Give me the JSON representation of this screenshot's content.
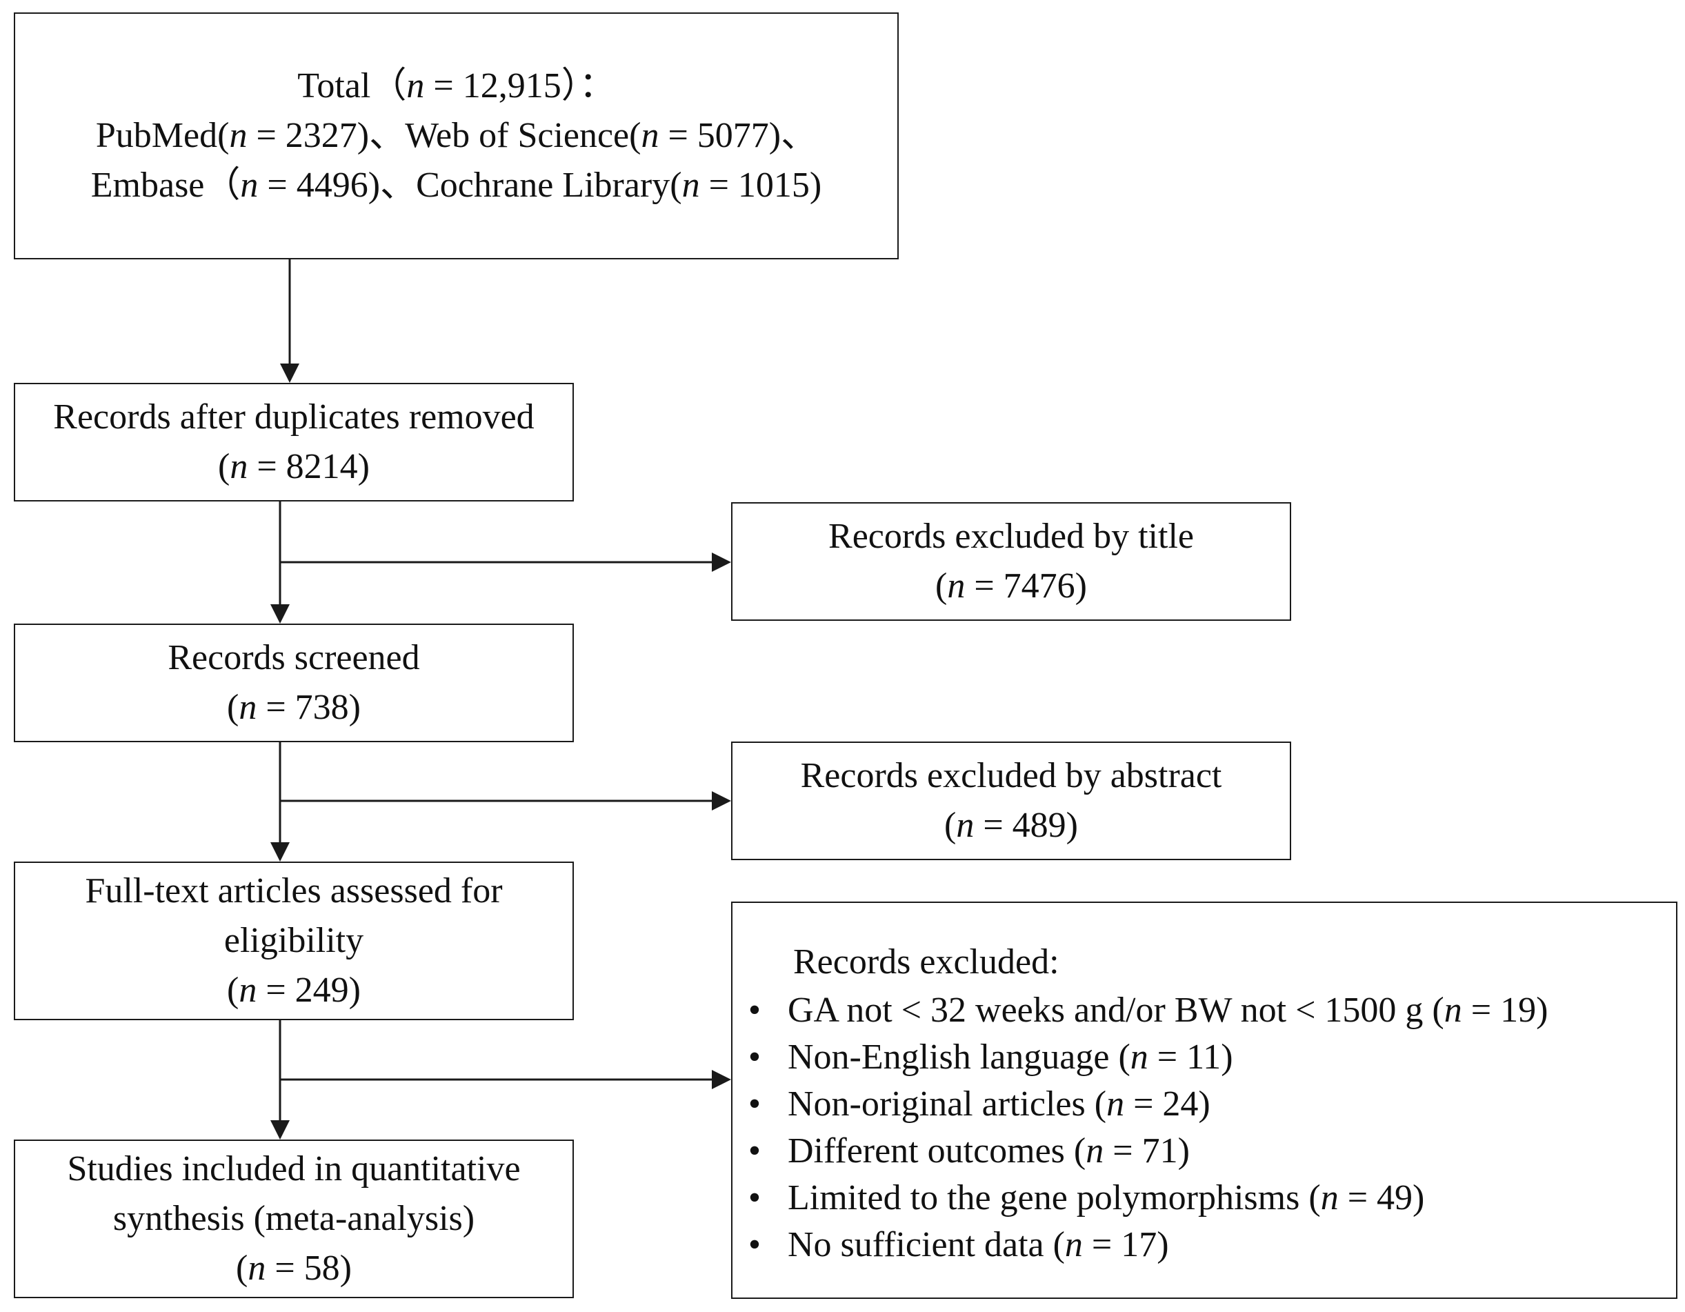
{
  "total": {
    "label": "Total",
    "n": "12,915",
    "sources_line1": [
      {
        "name": "PubMed",
        "n": "2327"
      },
      {
        "name": "Web of Science",
        "n": "5077"
      }
    ],
    "sources_line2": [
      {
        "name": "Embase",
        "n": "4496"
      },
      {
        "name": "Cochrane Library",
        "n": "1015"
      }
    ]
  },
  "dedup": {
    "label": "Records after duplicates removed",
    "n": "8214"
  },
  "excluded_title": {
    "label": "Records excluded by title",
    "n": "7476"
  },
  "screened": {
    "label": "Records screened",
    "n": "738"
  },
  "excluded_abstract": {
    "label": "Records excluded by abstract",
    "n": "489"
  },
  "fulltext": {
    "label_line1": "Full-text articles assessed for",
    "label_line2": "eligibility",
    "n": "249"
  },
  "excluded_fulltext": {
    "heading": "Records excluded:",
    "reasons": [
      {
        "text": "GA not  < 32 weeks and/or  BW  not < 1500 g",
        "n": "19"
      },
      {
        "text": "Non-English language",
        "n": "11"
      },
      {
        "text": "Non-original articles",
        "n": "24"
      },
      {
        "text": "Different outcomes ",
        "n": "71"
      },
      {
        "text": "Limited to the gene polymorphisms",
        "n": "49"
      },
      {
        "text": "No sufficient data",
        "n": "17"
      }
    ]
  },
  "included": {
    "label_line1": "Studies included in quantitative",
    "label_line2": "synthesis (meta-analysis)",
    "n": "58"
  },
  "symbols": {
    "n_var": "n",
    "eq": " = ",
    "bullet": "•"
  }
}
